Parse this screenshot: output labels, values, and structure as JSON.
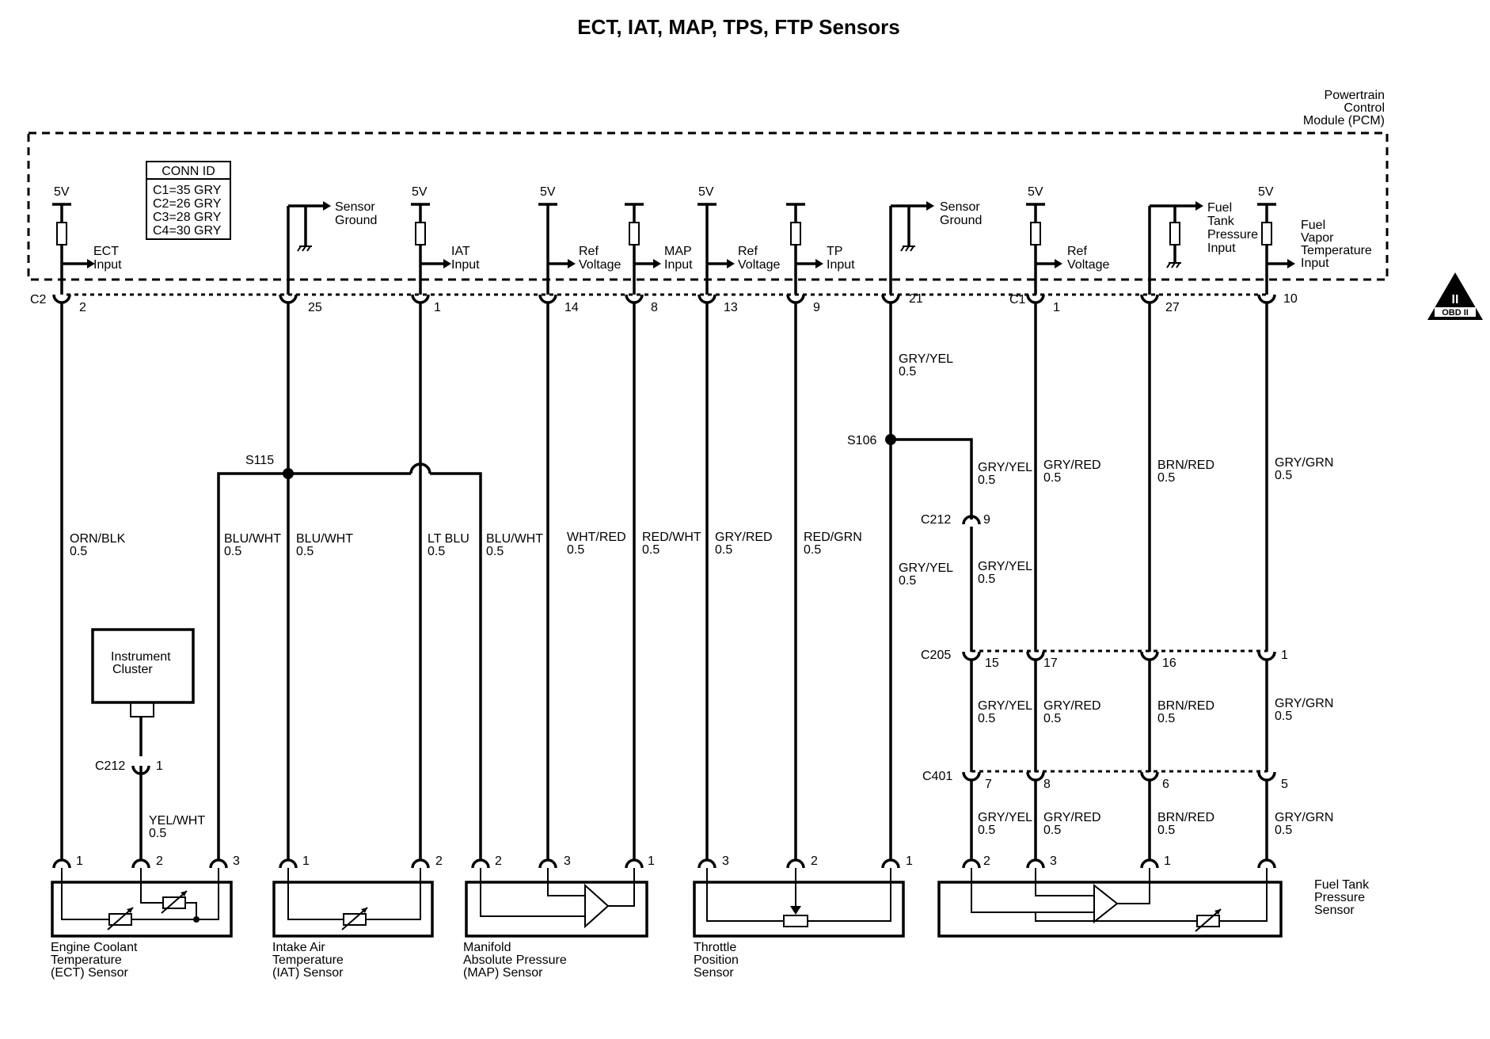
{
  "title": "ECT, IAT, MAP, TPS, FTP Sensors",
  "pcm": {
    "name": [
      "Powertrain",
      "Control",
      "Module (PCM)"
    ],
    "conn_id": {
      "header": "CONN ID",
      "lines": [
        "C1=35 GRY",
        "C2=26 GRY",
        "C3=28 GRY",
        "C4=30 GRY"
      ]
    },
    "supply": "5V",
    "ecu_labels": {
      "ect": [
        "ECT",
        "Input"
      ],
      "sg1": [
        "Sensor",
        "Ground"
      ],
      "iat": [
        "IAT",
        "Input"
      ],
      "ref1": [
        "Ref",
        "Voltage"
      ],
      "map": [
        "MAP",
        "Input"
      ],
      "ref2": [
        "Ref",
        "Voltage"
      ],
      "tp": [
        "TP",
        "Input"
      ],
      "sg2": [
        "Sensor",
        "Ground"
      ],
      "ref3": [
        "Ref",
        "Voltage"
      ],
      "ftp": [
        "Fuel",
        "Tank",
        "Pressure",
        "Input"
      ],
      "fvt": [
        "Fuel",
        "Vapor",
        "Temperature",
        "Input"
      ]
    },
    "conn_c2": "C2",
    "conn_c1": "C1",
    "pins": [
      "2",
      "25",
      "1",
      "14",
      "8",
      "13",
      "9",
      "21",
      "1",
      "27",
      "10"
    ]
  },
  "splices": {
    "s115": "S115",
    "s106": "S106"
  },
  "connectors": {
    "c212": "C212",
    "c205": "C205",
    "c401": "C401"
  },
  "wires": {
    "ect": [
      "ORN/BLK",
      "0.5"
    ],
    "blu_wht_a": [
      "BLU/WHT",
      "0.5"
    ],
    "blu_wht_b": [
      "BLU/WHT",
      "0.5"
    ],
    "lt_blu": [
      "LT BLU",
      "0.5"
    ],
    "blu_wht_c": [
      "BLU/WHT",
      "0.5"
    ],
    "wht_red": [
      "WHT/RED",
      "0.5"
    ],
    "red_wht": [
      "RED/WHT",
      "0.5"
    ],
    "gry_red_a": [
      "GRY/RED",
      "0.5"
    ],
    "red_grn": [
      "RED/GRN",
      "0.5"
    ],
    "gry_yel_top": [
      "GRY/YEL",
      "0.5"
    ],
    "gry_yel_left": [
      "GRY/YEL",
      "0.5"
    ],
    "gry_yel_1": [
      "GRY/YEL",
      "0.5"
    ],
    "gry_yel_2": [
      "GRY/YEL",
      "0.5"
    ],
    "gry_yel_3": [
      "GRY/YEL",
      "0.5"
    ],
    "gry_yel_4": [
      "GRY/YEL",
      "0.5"
    ],
    "gry_red_1": [
      "GRY/RED",
      "0.5"
    ],
    "gry_red_2": [
      "GRY/RED",
      "0.5"
    ],
    "gry_red_3": [
      "GRY/RED",
      "0.5"
    ],
    "brn_red_1": [
      "BRN/RED",
      "0.5"
    ],
    "brn_red_2": [
      "BRN/RED",
      "0.5"
    ],
    "brn_red_3": [
      "BRN/RED",
      "0.5"
    ],
    "gry_grn_1": [
      "GRY/GRN",
      "0.5"
    ],
    "gry_grn_2": [
      "GRY/GRN",
      "0.5"
    ],
    "gry_grn_3": [
      "GRY/GRN",
      "0.5"
    ],
    "yel_wht": [
      "YEL/WHT",
      "0.5"
    ]
  },
  "pin_numbers": {
    "c212_a": "9",
    "c212_b": "1",
    "c205": [
      "15",
      "17",
      "16",
      "1"
    ],
    "c401": [
      "7",
      "8",
      "6",
      "5"
    ]
  },
  "instrument_cluster": [
    "Instrument",
    "Cluster"
  ],
  "sensors": {
    "ect": {
      "name": [
        "Engine Coolant",
        "Temperature",
        "(ECT) Sensor"
      ],
      "pins": [
        "1",
        "2",
        "3"
      ]
    },
    "iat": {
      "name": [
        "Intake Air",
        "Temperature",
        "(IAT) Sensor"
      ],
      "pins": [
        "1",
        "2"
      ]
    },
    "map": {
      "name": [
        "Manifold",
        "Absolute Pressure",
        "(MAP) Sensor"
      ],
      "pins": [
        "2",
        "3",
        "1"
      ]
    },
    "tps": {
      "name": [
        "Throttle",
        "Position",
        "Sensor"
      ],
      "pins": [
        "3",
        "2",
        "1"
      ]
    },
    "ftp": {
      "name": [
        "Fuel Tank",
        "Pressure",
        "Sensor"
      ],
      "pins": [
        "2",
        "3",
        "1"
      ]
    }
  },
  "obd_badge": {
    "top": "II",
    "bottom": "OBD II"
  }
}
